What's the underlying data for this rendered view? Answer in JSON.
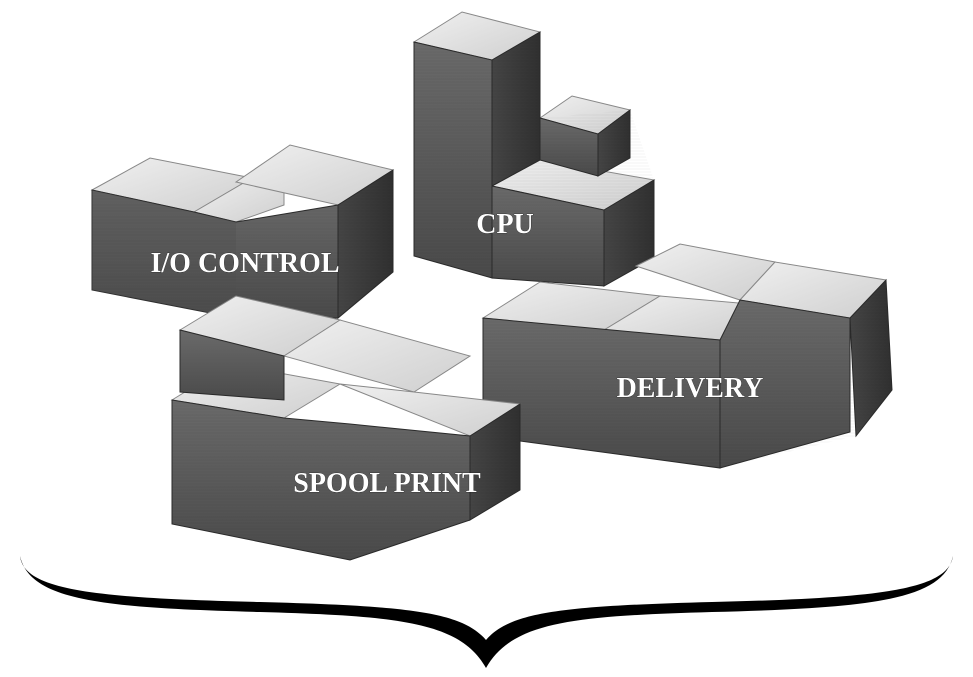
{
  "blocks": [
    {
      "id": "io-control",
      "label": "I/O CONTROL"
    },
    {
      "id": "cpu",
      "label": "CPU"
    },
    {
      "id": "delivery",
      "label": "DELIVERY"
    },
    {
      "id": "spool-print",
      "label": "SPOOL PRINT"
    }
  ],
  "colors": {
    "top_face": "#e6e6e6",
    "front_face": "#5c5c5c",
    "side_face": "#3a3a3a",
    "edge": "#2a2a2a",
    "brace": "#000000",
    "background": "#ffffff"
  },
  "decoration": {
    "brace": "curly-brace-ornament"
  }
}
